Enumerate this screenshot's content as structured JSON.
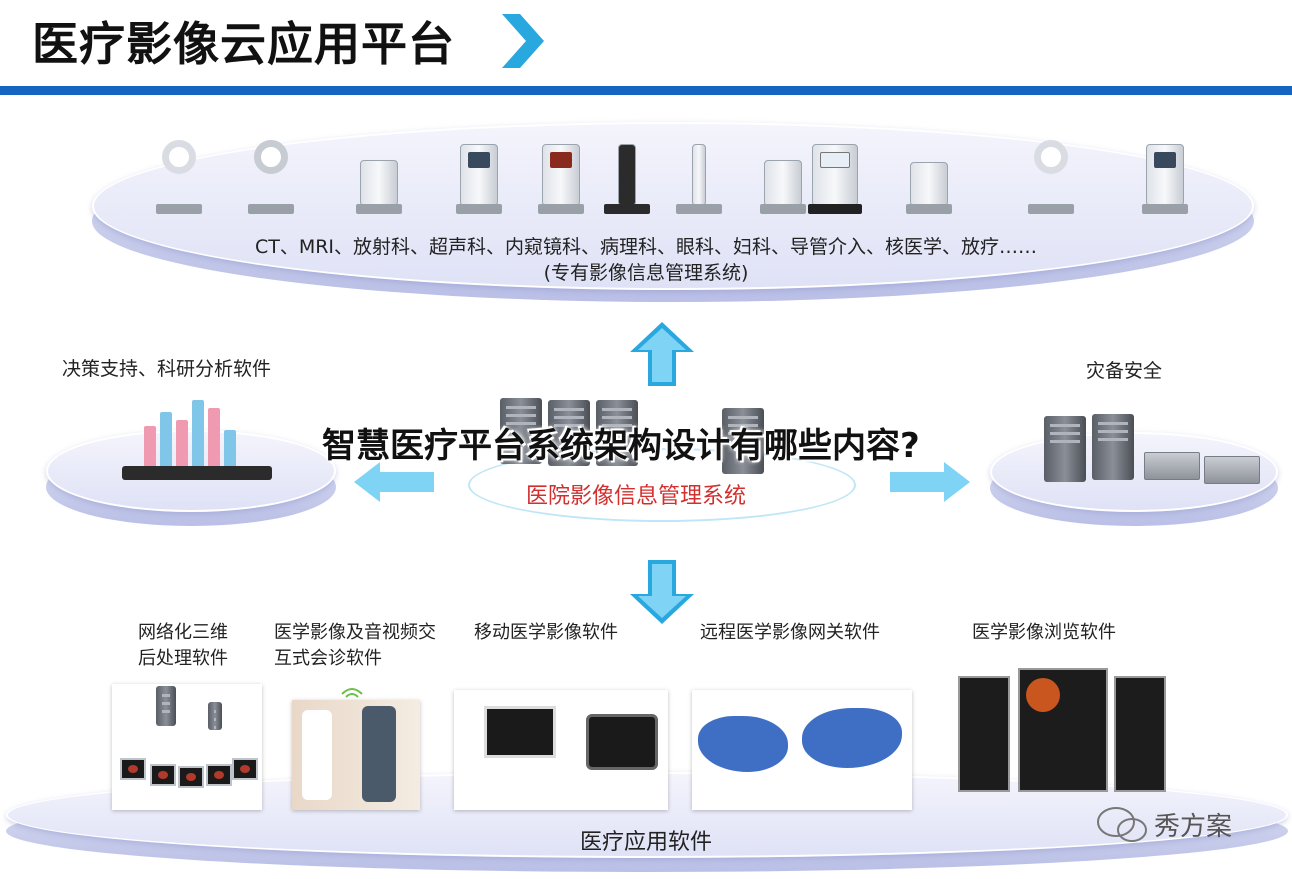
{
  "header": {
    "title": "医疗影像云应用平台"
  },
  "top_platter": {
    "line1": "CT、MRI、放射科、超声科、内窥镜科、病理科、眼科、妇科、导管介入、核医学、放疗……",
    "line2": "(专有影像信息管理系统)"
  },
  "left_node": {
    "label": "决策支持、科研分析软件"
  },
  "right_node": {
    "label": "灾备安全"
  },
  "center": {
    "overlay_title": "智慧医疗平台系统架构设计有哪些内容?",
    "label": "医院影像信息管理系统"
  },
  "bottom_labels": [
    {
      "line1": "网络化三维",
      "line2": "后处理软件"
    },
    {
      "line1": "医学影像及音视频交",
      "line2": "互式会诊软件"
    },
    {
      "line1": "移动医学影像软件",
      "line2": ""
    },
    {
      "line1": "远程医学影像网关软件",
      "line2": ""
    },
    {
      "line1": "医学影像浏览软件",
      "line2": ""
    }
  ],
  "bottom_platter": {
    "label": "医疗应用软件"
  },
  "watermark": {
    "text": "秀方案"
  },
  "colors": {
    "header_rule": "#1565c0",
    "arrow_cyan": "#29a8e0",
    "center_text": "#d32f2f",
    "platter": "#dfe2f6"
  }
}
